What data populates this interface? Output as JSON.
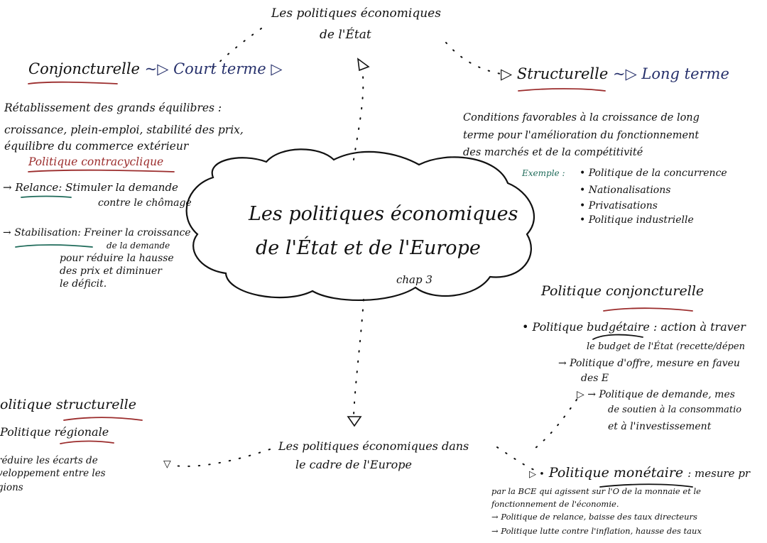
{
  "colors": {
    "ink": "#111111",
    "navy": "#26306b",
    "red": "#9b2c2c",
    "teal": "#1f6b5a"
  },
  "top_title": {
    "line1": "Les politiques économiques",
    "line2": "de l'État"
  },
  "center": {
    "line1": "Les politiques économiques",
    "line2": "de l'État et de l'Europe",
    "chapter": "chap 3"
  },
  "left_top": {
    "heading_main": "Conjoncturelle",
    "heading_arrow": "~▷",
    "heading_sub": "Court terme ▷",
    "desc1": "Rétablissement des grands équilibres :",
    "desc2": "croissance, plein-emploi, stabilité des prix,",
    "desc3": "équilibre du commerce extérieur",
    "policy": "Politique contracyclique",
    "relance_label": "Relance",
    "relance_text1": ": Stimuler la demande",
    "relance_text2": "contre le chômage",
    "stab_label": "Stabilisation",
    "stab_text1": ": Freiner la croissance",
    "stab_text2": "de la demande",
    "stab_text3": "pour réduire la hausse",
    "stab_text4": "des prix et diminuer",
    "stab_text5": "le déficit."
  },
  "right_top": {
    "heading_main": "Structurelle",
    "heading_arrow": "~▷",
    "heading_sub": "Long terme",
    "desc1": "Conditions favorables à la croissance de long",
    "desc2": "terme pour l'amélioration du fonctionnement",
    "desc3": "des marchés et de la compétitivité",
    "example_label": "Exemple :",
    "examples": [
      "• Politique de la concurrence",
      "• Nationalisations",
      "• Privatisations",
      "• Politique industrielle"
    ]
  },
  "right_mid": {
    "heading_word1": "Politique",
    "heading_word2": "conjoncturelle",
    "budget_line1": "• Politique budgétaire : action à traver",
    "budget_line2": "le budget de l'État (recette/dépen",
    "offre_line1": "→ Politique d'offre, mesure en faveu",
    "offre_line2": "des E",
    "demande_line1": "▷ → Politique de demande, mes",
    "demande_line2": "de soutien à la consommatio",
    "demande_line3": "et à l'investissement"
  },
  "left_bottom": {
    "heading_word1": "olitique",
    "heading_word2": "structurelle",
    "regional_word1": "Politique",
    "regional_word2": "régionale",
    "text1": "réduire les écarts de",
    "text2": "veloppement entre les",
    "text3": "gions"
  },
  "bottom": {
    "line1": "Les politiques économiques dans",
    "line2": "le cadre de l'Europe"
  },
  "right_bottom": {
    "heading_prefix": "▷ •",
    "heading_word1": "Politique",
    "heading_word2": "monétaire",
    "heading_rest": ": mesure pr",
    "line1": "par la BCE qui agissent sur l'O de la monnaie et le",
    "line2": "fonctionnement de l'économie.",
    "line3": "→ Politique de relance, baisse des taux directeurs",
    "line4": "→ Politique lutte contre l'inflation, hausse des taux"
  }
}
